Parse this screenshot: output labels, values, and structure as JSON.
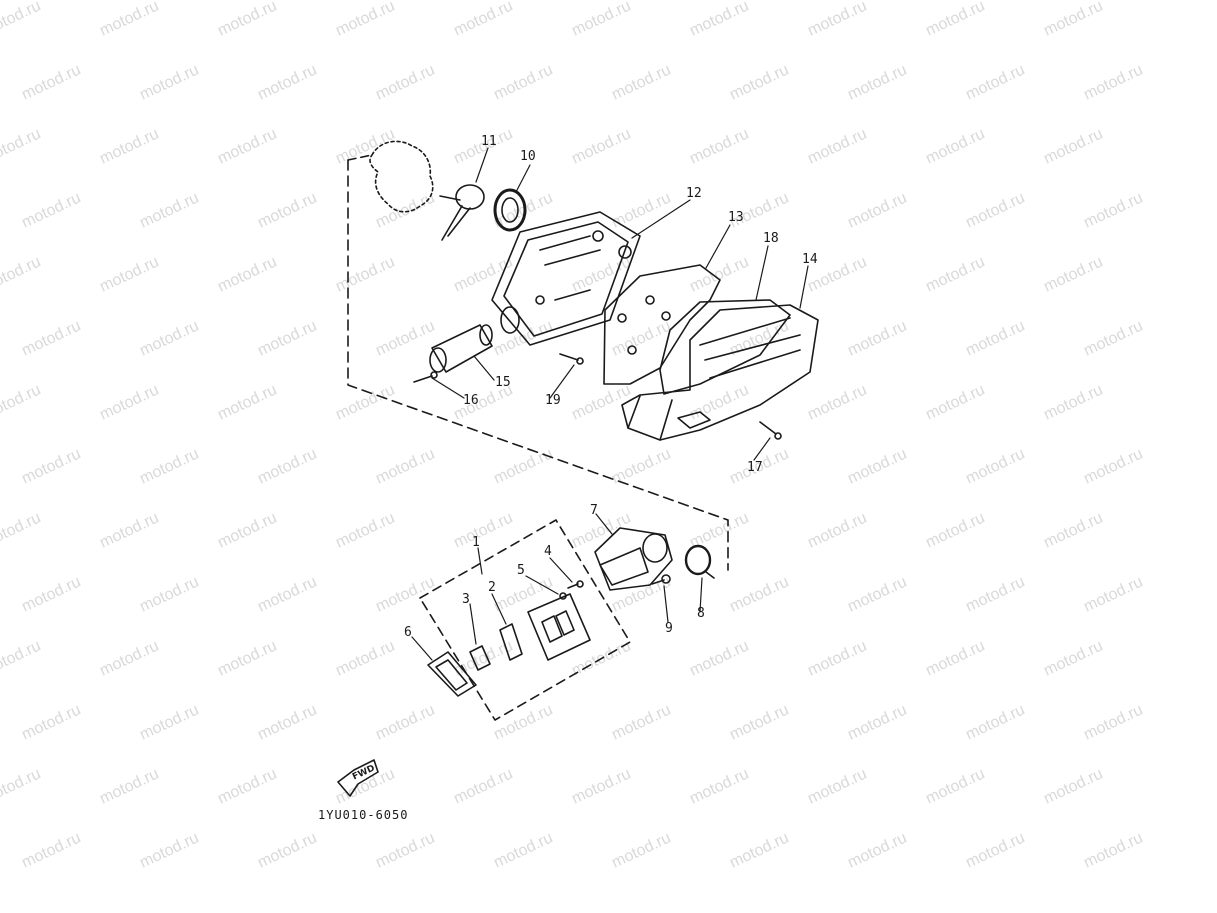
{
  "watermark": {
    "text": "motod.ru"
  },
  "part_numbers": [
    "1",
    "2",
    "3",
    "4",
    "5",
    "6",
    "7",
    "8",
    "9",
    "10",
    "11",
    "12",
    "13",
    "14",
    "15",
    "16",
    "17",
    "18",
    "19"
  ],
  "diagram_code": "1YU010-6050",
  "fwd_label": "FWD",
  "colors": {
    "line": "#1a1a1a",
    "watermark": "#d9d9d9",
    "background": "#ffffff"
  }
}
